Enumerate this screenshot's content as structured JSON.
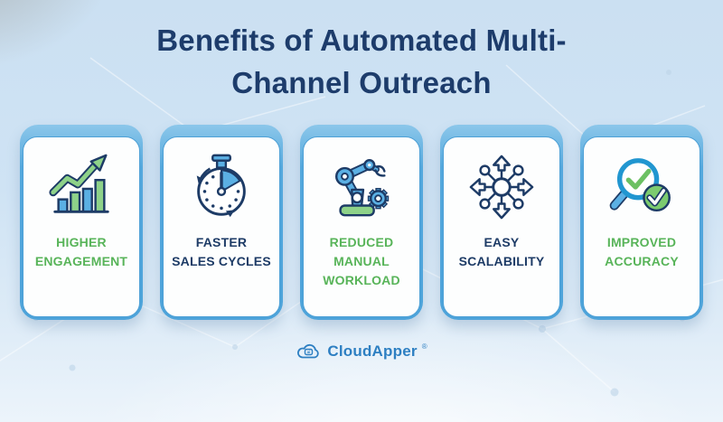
{
  "title": "Benefits of Automated Multi-\nChannel Outreach",
  "cards": [
    {
      "icon": "growth-chart-icon",
      "label": "HIGHER\nENGAGEMENT",
      "label_color": "#58b459"
    },
    {
      "icon": "stopwatch-icon",
      "label": "FASTER\nSALES CYCLES",
      "label_color": "#1d3b66"
    },
    {
      "icon": "robot-arm-icon",
      "label": "REDUCED\nMANUAL\nWORKLOAD",
      "label_color": "#58b459"
    },
    {
      "icon": "scale-arrows-icon",
      "label": "EASY\nSCALABILITY",
      "label_color": "#1d3b66"
    },
    {
      "icon": "magnifier-check-icon",
      "label": "IMPROVED\nACCURACY",
      "label_color": "#58b459"
    }
  ],
  "footer": {
    "brand": "CloudApper",
    "trademark": "®",
    "cloud_badge": "ai"
  },
  "colors": {
    "title_navy": "#1d3c6b",
    "card_cap_blue": "#54a8dd",
    "card_border_blue": "#4da0d6",
    "icon_blue": "#5bb0e4",
    "icon_green": "#8ed289",
    "outline_navy": "#1d3b66",
    "text_green": "#58b459",
    "text_navy": "#1d3b66",
    "logo_blue": "#2d7fc2",
    "background_blue": "#cfe3f4"
  }
}
